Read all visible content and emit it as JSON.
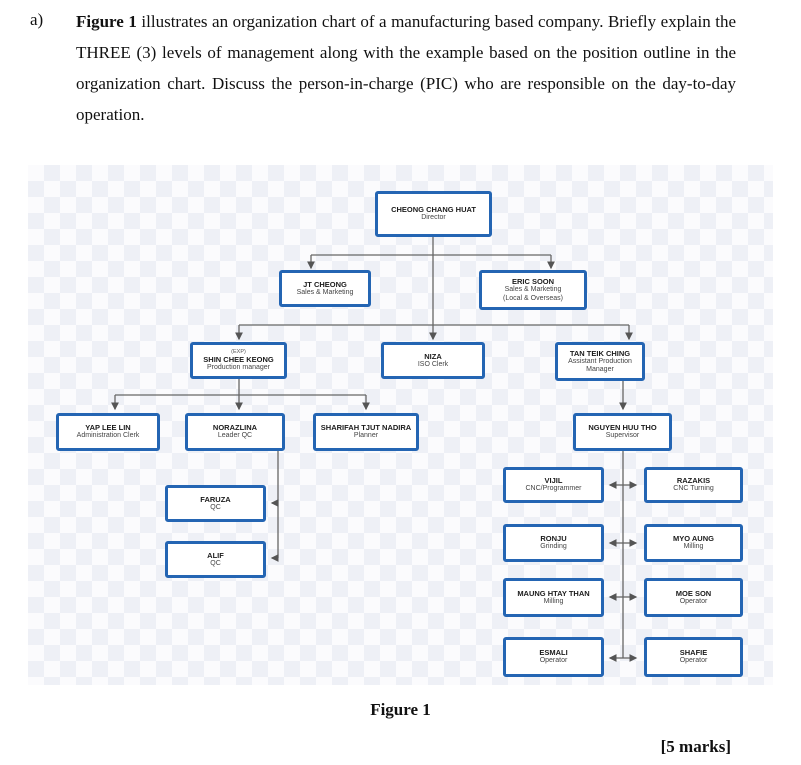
{
  "question": {
    "label": "a)",
    "figure_ref": "Figure 1",
    "text": " illustrates an organization chart of a manufacturing based company. Briefly explain the THREE (3) levels of management along with the example based on the position outline in the organization chart. Discuss the person-in-charge (PIC) who are responsible on the day-to-day operation."
  },
  "org": {
    "director": {
      "name": "CHEONG CHANG HUAT",
      "role": "Director"
    },
    "jt": {
      "name": "JT CHEONG",
      "role": "Sales & Marketing"
    },
    "eric": {
      "name": "ERIC SOON",
      "role": "Sales & Marketing",
      "role2": "(Local & Overseas)"
    },
    "shin": {
      "tag": "(EXP)",
      "name": "SHIN CHEE KEONG",
      "role": "Production manager"
    },
    "niza": {
      "name": "NIZA",
      "role": "ISO Clerk"
    },
    "tan": {
      "name": "TAN TEIK CHING",
      "role": "Assistant Production",
      "role2": "Manager"
    },
    "yap": {
      "name": "YAP LEE LIN",
      "role": "Administration Clerk"
    },
    "norazlina": {
      "name": "NORAZLINA",
      "role": "Leader QC"
    },
    "sharifah": {
      "name": "SHARIFAH TJUT NADIRA",
      "role": "Planner"
    },
    "nguyen": {
      "name": "NGUYEN HUU THO",
      "role": "Supervisor"
    },
    "faruza": {
      "name": "FARUZA",
      "role": "QC"
    },
    "alif": {
      "name": "ALIF",
      "role": "QC"
    },
    "vijil": {
      "name": "VIJIL",
      "role": "CNC/Programmer"
    },
    "razakis": {
      "name": "RAZAKIS",
      "role": "CNC Turning"
    },
    "ronju": {
      "name": "RONJU",
      "role": "Grinding"
    },
    "myo": {
      "name": "MYO AUNG",
      "role": "Milling"
    },
    "maung": {
      "name": "MAUNG HTAY THAN",
      "role": "Milling"
    },
    "moe": {
      "name": "MOE SON",
      "role": "Operator"
    },
    "esmali": {
      "name": "ESMALI",
      "role": "Operator"
    },
    "shafie": {
      "name": "SHAFIE",
      "role": "Operator"
    }
  },
  "caption": "Figure 1",
  "marks": "[5 marks]"
}
